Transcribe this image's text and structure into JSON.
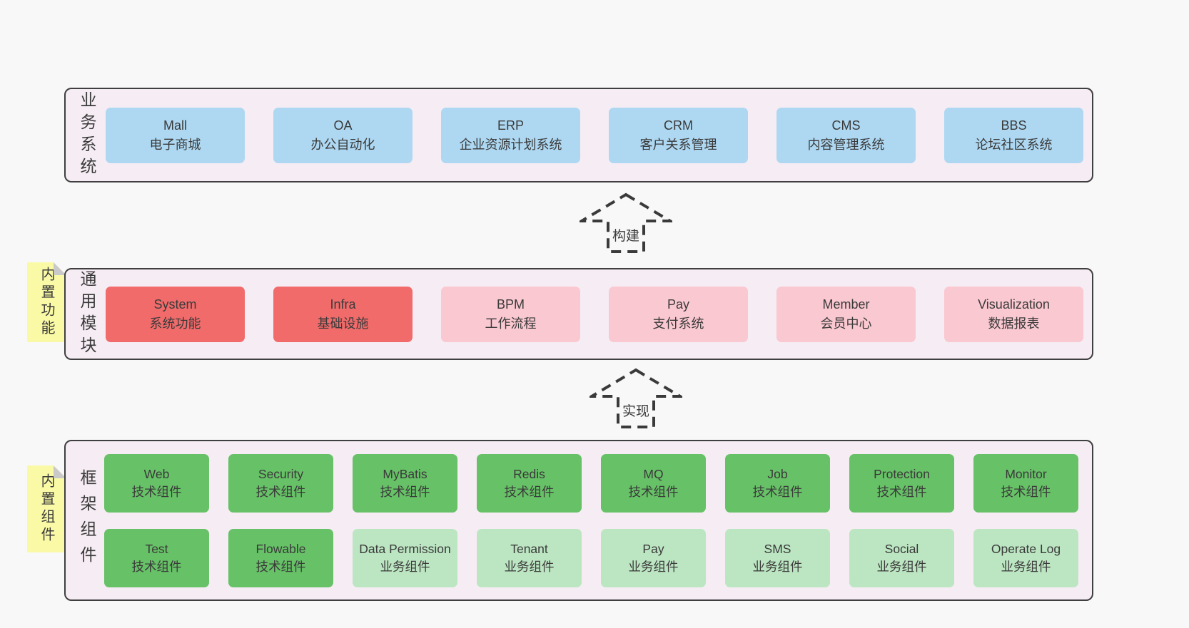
{
  "rows": [
    {
      "label": "业务系统",
      "boxes": [
        {
          "en": "Mall",
          "zh": "电子商城"
        },
        {
          "en": "OA",
          "zh": "办公自动化"
        },
        {
          "en": "ERP",
          "zh": "企业资源计划系统"
        },
        {
          "en": "CRM",
          "zh": "客户关系管理"
        },
        {
          "en": "CMS",
          "zh": "内容管理系统"
        },
        {
          "en": "BBS",
          "zh": "论坛社区系统"
        }
      ]
    },
    {
      "label": "通用模块",
      "tag": "内置功能",
      "boxes": [
        {
          "en": "System",
          "zh": "系统功能"
        },
        {
          "en": "Infra",
          "zh": "基础设施"
        },
        {
          "en": "BPM",
          "zh": "工作流程"
        },
        {
          "en": "Pay",
          "zh": "支付系统"
        },
        {
          "en": "Member",
          "zh": "会员中心"
        },
        {
          "en": "Visualization",
          "zh": "数据报表"
        }
      ]
    },
    {
      "label": "框架组件",
      "tag": "内置组件",
      "boxes": [
        {
          "en": "Web",
          "zh": "技术组件"
        },
        {
          "en": "Security",
          "zh": "技术组件"
        },
        {
          "en": "MyBatis",
          "zh": "技术组件"
        },
        {
          "en": "Redis",
          "zh": "技术组件"
        },
        {
          "en": "MQ",
          "zh": "技术组件"
        },
        {
          "en": "Job",
          "zh": "技术组件"
        },
        {
          "en": "Protection",
          "zh": "技术组件"
        },
        {
          "en": "Monitor",
          "zh": "技术组件"
        }
      ],
      "boxes2": [
        {
          "en": "Test",
          "zh": "技术组件"
        },
        {
          "en": "Flowable",
          "zh": "技术组件"
        },
        {
          "en": "Data Permission",
          "zh": "业务组件"
        },
        {
          "en": "Tenant",
          "zh": "业务组件"
        },
        {
          "en": "Pay",
          "zh": "业务组件"
        },
        {
          "en": "SMS",
          "zh": "业务组件"
        },
        {
          "en": "Social",
          "zh": "业务组件"
        },
        {
          "en": "Operate Log",
          "zh": "业务组件"
        }
      ]
    }
  ],
  "arrows": [
    {
      "label": "构建"
    },
    {
      "label": "实现"
    }
  ],
  "colors": {
    "page_bg": "#f8f8f8",
    "container_bg": "#f6ecf4",
    "border": "#3f3f3f",
    "text": "#3a3a3a",
    "blue": "#aed8f2",
    "red": "#f16b6b",
    "pink": "#fac8d0",
    "green": "#67c167",
    "light_green": "#bce6c2",
    "tag_yellow": "#fafaa6",
    "fold_gray": "#c9c9c9"
  }
}
